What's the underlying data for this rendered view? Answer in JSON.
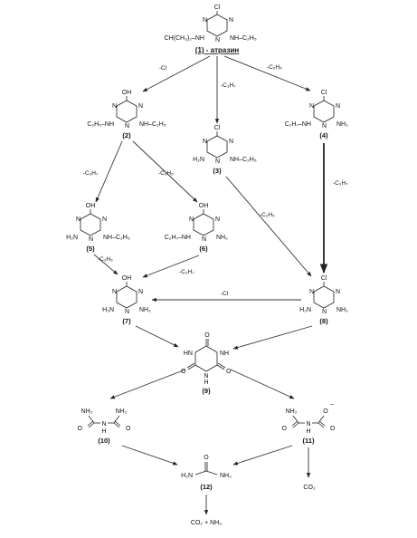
{
  "compounds": {
    "c1": {
      "cl": "Cl",
      "left": "CH(CH₃)₂–NH",
      "right": "NH–C₂H₅",
      "label": "(1) - атразин"
    },
    "c2": {
      "top": "OH",
      "left": "C₂H₅–NH",
      "right": "NH–C₂H₅",
      "label": "(2)"
    },
    "c3": {
      "top": "Cl",
      "left": "H₂N",
      "right": "NH–C₂H₅",
      "label": "(3)"
    },
    "c4": {
      "top": "Cl",
      "left": "C₂H₇–NH",
      "right": "NH₂",
      "label": "(4)"
    },
    "c5": {
      "top": "OH",
      "left": "H₂N",
      "right": "NH–C₂H₅",
      "label": "(5)"
    },
    "c6": {
      "top": "OH",
      "left": "C₂H₇–NH",
      "right": "NH₂",
      "label": "(6)"
    },
    "c7": {
      "top": "OH",
      "left": "H₂N",
      "right": "NH₂",
      "label": "(7)"
    },
    "c8": {
      "top": "Cl",
      "left": "H₂N",
      "right": "NH₂",
      "label": "(8)"
    },
    "c9": {
      "nh_left": "HN",
      "nh_right": "NH",
      "n_bottom": "N",
      "h_bottom": "H",
      "label": "(9)"
    },
    "c10": {
      "nh2_a": "NH₂",
      "nh2_b": "NH₂",
      "nh": "N",
      "h": "H",
      "label": "(10)"
    },
    "c11": {
      "nh2": "NH₂",
      "nh": "N",
      "h": "H",
      "charge": "–",
      "label": "(11)"
    },
    "c12": {
      "left": "H₂N",
      "right": "NH₂",
      "label": "(12)"
    }
  },
  "atoms": {
    "n": "N",
    "o": "O"
  },
  "co2": "CO₂",
  "final_products": "CO₂ + NH₃",
  "reactions": {
    "r1_2": "-Cl",
    "r1_3": "-C₃H₇",
    "r1_4": "-C₂H₅",
    "r2_5": "-C₃H₇",
    "r2_6": "-C₂H₅",
    "r3_8": "-C₂H₅",
    "r4_8": "-C₃H₇",
    "r5_7": "-C₂H₅",
    "r6_7": "-C₃H₇",
    "r8_7": "-Cl"
  }
}
